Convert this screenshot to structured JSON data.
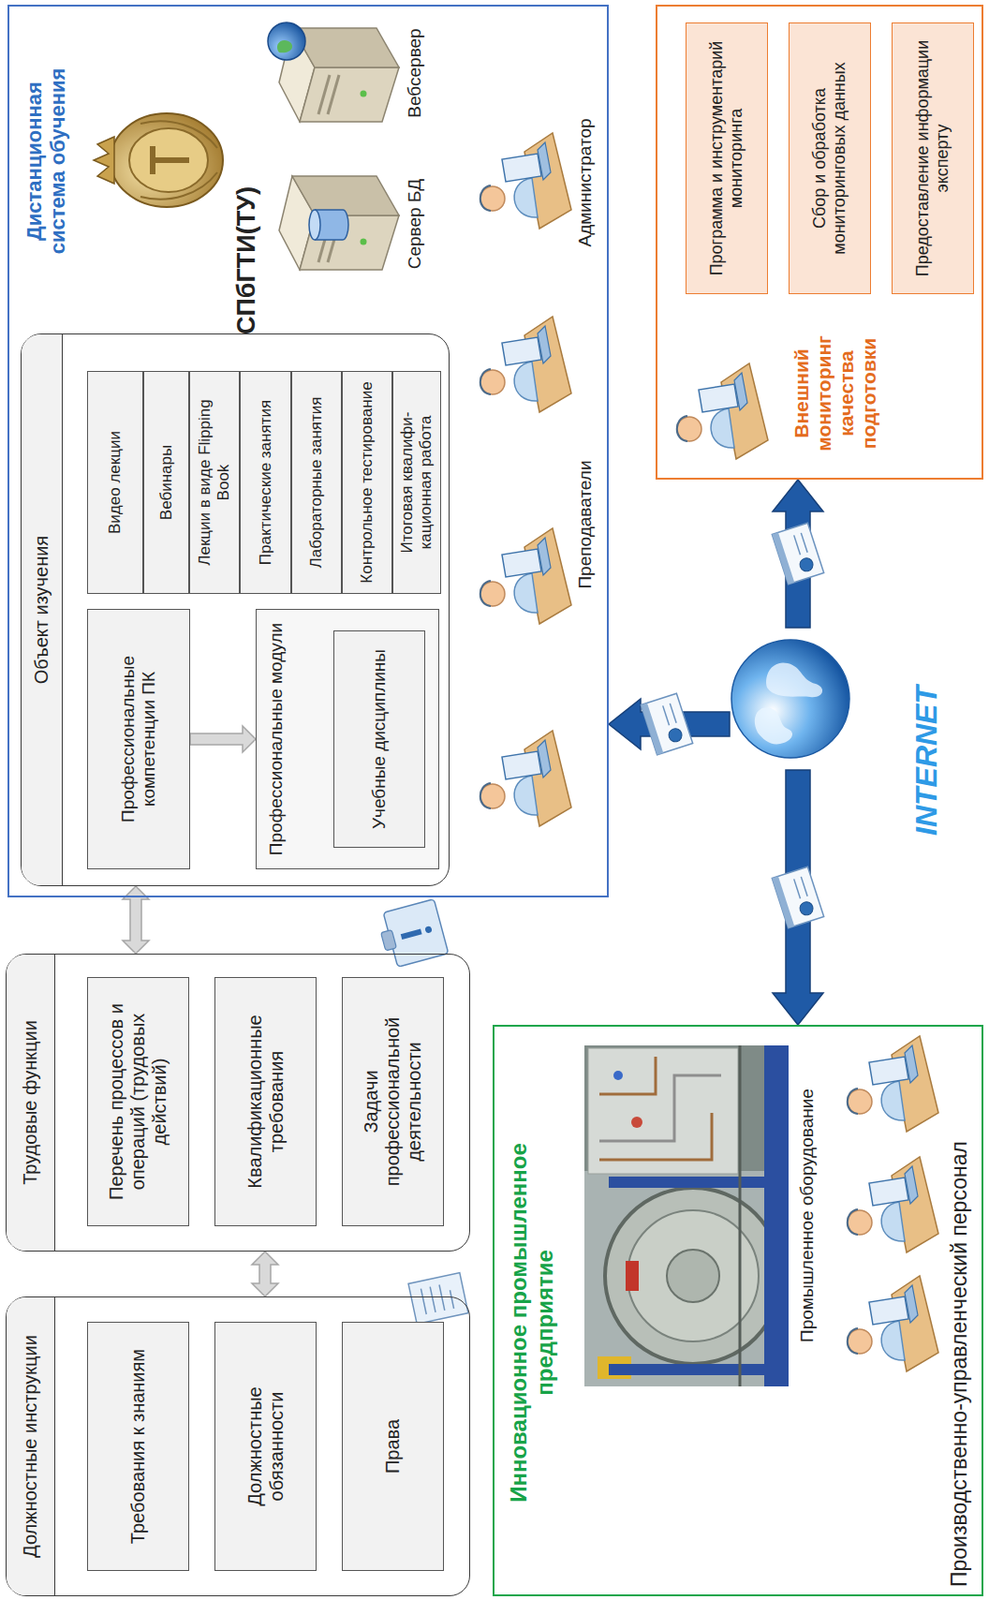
{
  "diagram": {
    "nodes": [
      {
        "text": [
          "Должностные инструкции"
        ]
      },
      {
        "text": [
          "Требования к знаниям"
        ],
        "in": 0
      },
      {
        "text": [
          "Должностные обязанности"
        ],
        "in": 0
      },
      {
        "text": [
          "Права"
        ],
        "in": 0
      },
      {
        "text": [
          "Трудовые функции"
        ]
      },
      {
        "text": [
          "Перечень процессов и операций (трудовых действий)"
        ],
        "in": 4
      },
      {
        "text": [
          "Квалификационные требования"
        ],
        "in": 4
      },
      {
        "text": [
          "Задачи профессиональной деятельности"
        ],
        "in": 4
      },
      {
        "text": [
          "Дистанционная система обучения"
        ]
      },
      {
        "text": [
          "Объект изучения"
        ],
        "in": 8
      },
      {
        "text": [
          "Профессиональные компетенции ПК"
        ],
        "in": 9
      },
      {
        "text": [
          "Профессиональные модули"
        ],
        "in": 9
      },
      {
        "text": [
          "Учебные дисциплины"
        ],
        "in": 11
      },
      {
        "text": [
          "Видео лекции"
        ],
        "in": 9
      },
      {
        "text": [
          "Вебинары"
        ],
        "in": 9
      },
      {
        "text": [
          "Лекции в виде Flipping Book"
        ],
        "in": 9
      },
      {
        "text": [
          "Практические занятия"
        ],
        "in": 9
      },
      {
        "text": [
          "Лабораторные занятия"
        ],
        "in": 9
      },
      {
        "text": [
          "Контрольное тестирование"
        ],
        "in": 9
      },
      {
        "text": [
          "Итоговая квалифи- кационная работа"
        ],
        "in": 9
      },
      {
        "text": [
          "Внешний мониторинг качества подготовки"
        ]
      },
      {
        "text": [
          "Программа и инструментарий мониторинга"
        ],
        "in": 20
      },
      {
        "text": [
          "Сбор и обработка мониторинговых данных"
        ],
        "in": 20
      },
      {
        "text": [
          "Предоставление информации эксперту"
        ],
        "in": 20
      },
      {
        "text": [
          "Инновационное промышленное предприятие"
        ]
      },
      {
        "text": [
          "INTERNET"
        ]
      }
    ],
    "edges": [
      {
        "from": 0,
        "to": 4,
        "arrow": "both"
      },
      {
        "from": 4,
        "to": 9,
        "arrow": "both"
      },
      {
        "from": 10,
        "to": 11,
        "arrow": "to"
      },
      {
        "from": 25,
        "to": 8,
        "arrow": "to"
      },
      {
        "from": 25,
        "to": 24,
        "arrow": "to"
      },
      {
        "from": 25,
        "to": 20,
        "arrow": "to"
      }
    ],
    "labels": [
      "СПбГТИ(ТУ)",
      "Сервер БД",
      "Вебсервер",
      "Администратор",
      "Преподаватели",
      "Промышленное оборудование",
      "Производственно-управленческий персонал"
    ]
  }
}
